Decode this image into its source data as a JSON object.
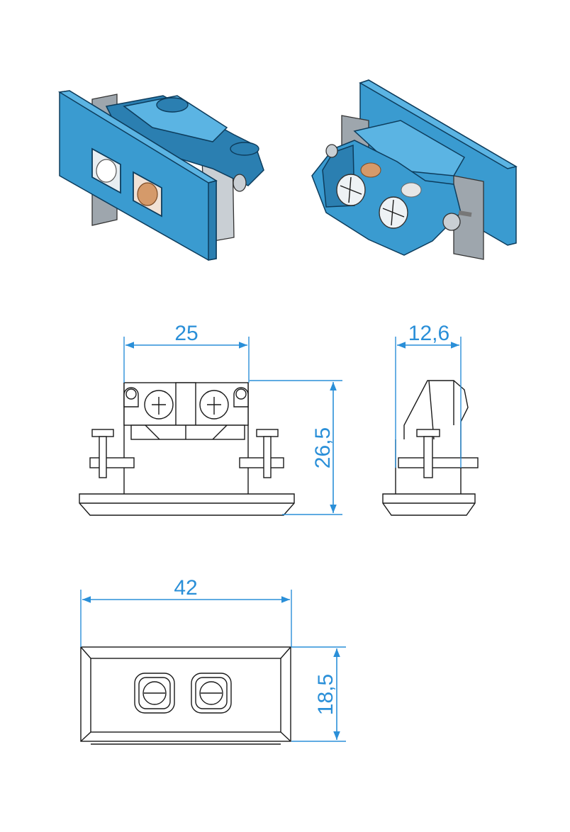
{
  "dimensions": {
    "side_width": "25",
    "side_height": "26,5",
    "depth": "12,6",
    "front_width": "42",
    "front_height": "18,5"
  },
  "colors": {
    "dimension": "#2a8fd8",
    "body_blue": "#3a9bd0",
    "plate_grey": "#9ea6ad",
    "pin_copper": "#d59a6a",
    "pin_silver": "#e6e6e6"
  }
}
